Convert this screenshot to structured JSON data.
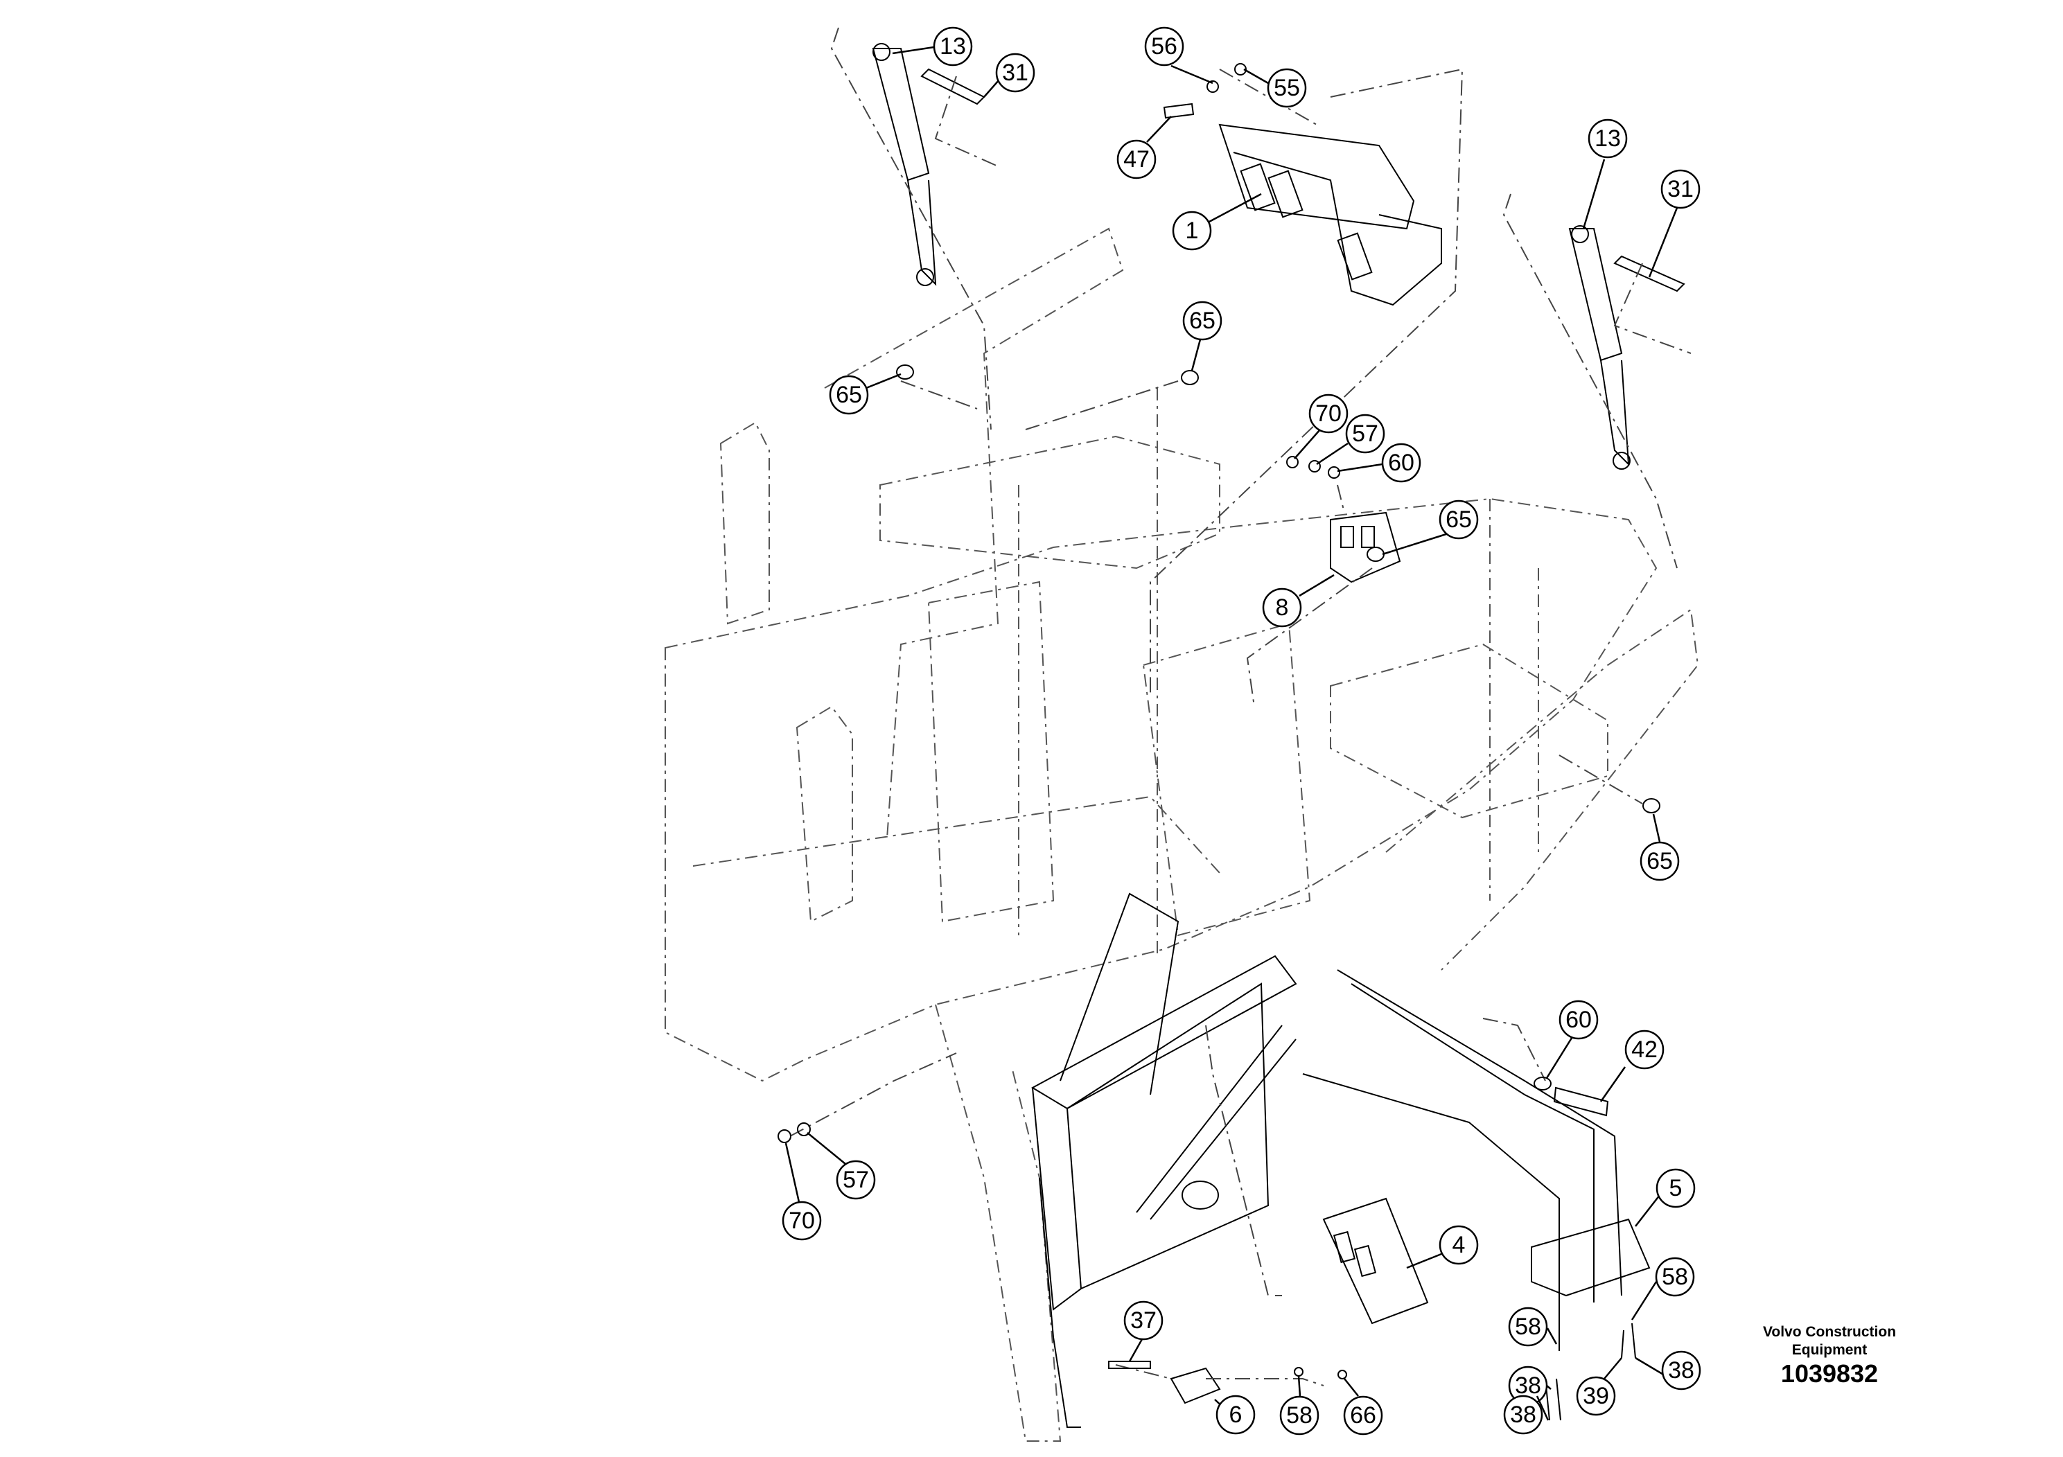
{
  "callouts": [
    {
      "id": "13a",
      "label": "13"
    },
    {
      "id": "31a",
      "label": "31"
    },
    {
      "id": "56",
      "label": "56"
    },
    {
      "id": "55",
      "label": "55"
    },
    {
      "id": "47",
      "label": "47"
    },
    {
      "id": "1",
      "label": "1"
    },
    {
      "id": "13b",
      "label": "13"
    },
    {
      "id": "31b",
      "label": "31"
    },
    {
      "id": "65a",
      "label": "65"
    },
    {
      "id": "65b",
      "label": "65"
    },
    {
      "id": "70a",
      "label": "70"
    },
    {
      "id": "57a",
      "label": "57"
    },
    {
      "id": "60a",
      "label": "60"
    },
    {
      "id": "65c",
      "label": "65"
    },
    {
      "id": "8",
      "label": "8"
    },
    {
      "id": "65d",
      "label": "65"
    },
    {
      "id": "60b",
      "label": "60"
    },
    {
      "id": "42",
      "label": "42"
    },
    {
      "id": "57b",
      "label": "57"
    },
    {
      "id": "70b",
      "label": "70"
    },
    {
      "id": "5",
      "label": "5"
    },
    {
      "id": "4",
      "label": "4"
    },
    {
      "id": "58a",
      "label": "58"
    },
    {
      "id": "58b",
      "label": "58"
    },
    {
      "id": "37",
      "label": "37"
    },
    {
      "id": "38a",
      "label": "38"
    },
    {
      "id": "39",
      "label": "39"
    },
    {
      "id": "38b",
      "label": "38"
    },
    {
      "id": "6",
      "label": "6"
    },
    {
      "id": "58c",
      "label": "58"
    },
    {
      "id": "66",
      "label": "66"
    },
    {
      "id": "38c",
      "label": "38"
    }
  ],
  "brand": {
    "line1": "Volvo Construction",
    "line2": "Equipment"
  },
  "document_number": "1039832"
}
